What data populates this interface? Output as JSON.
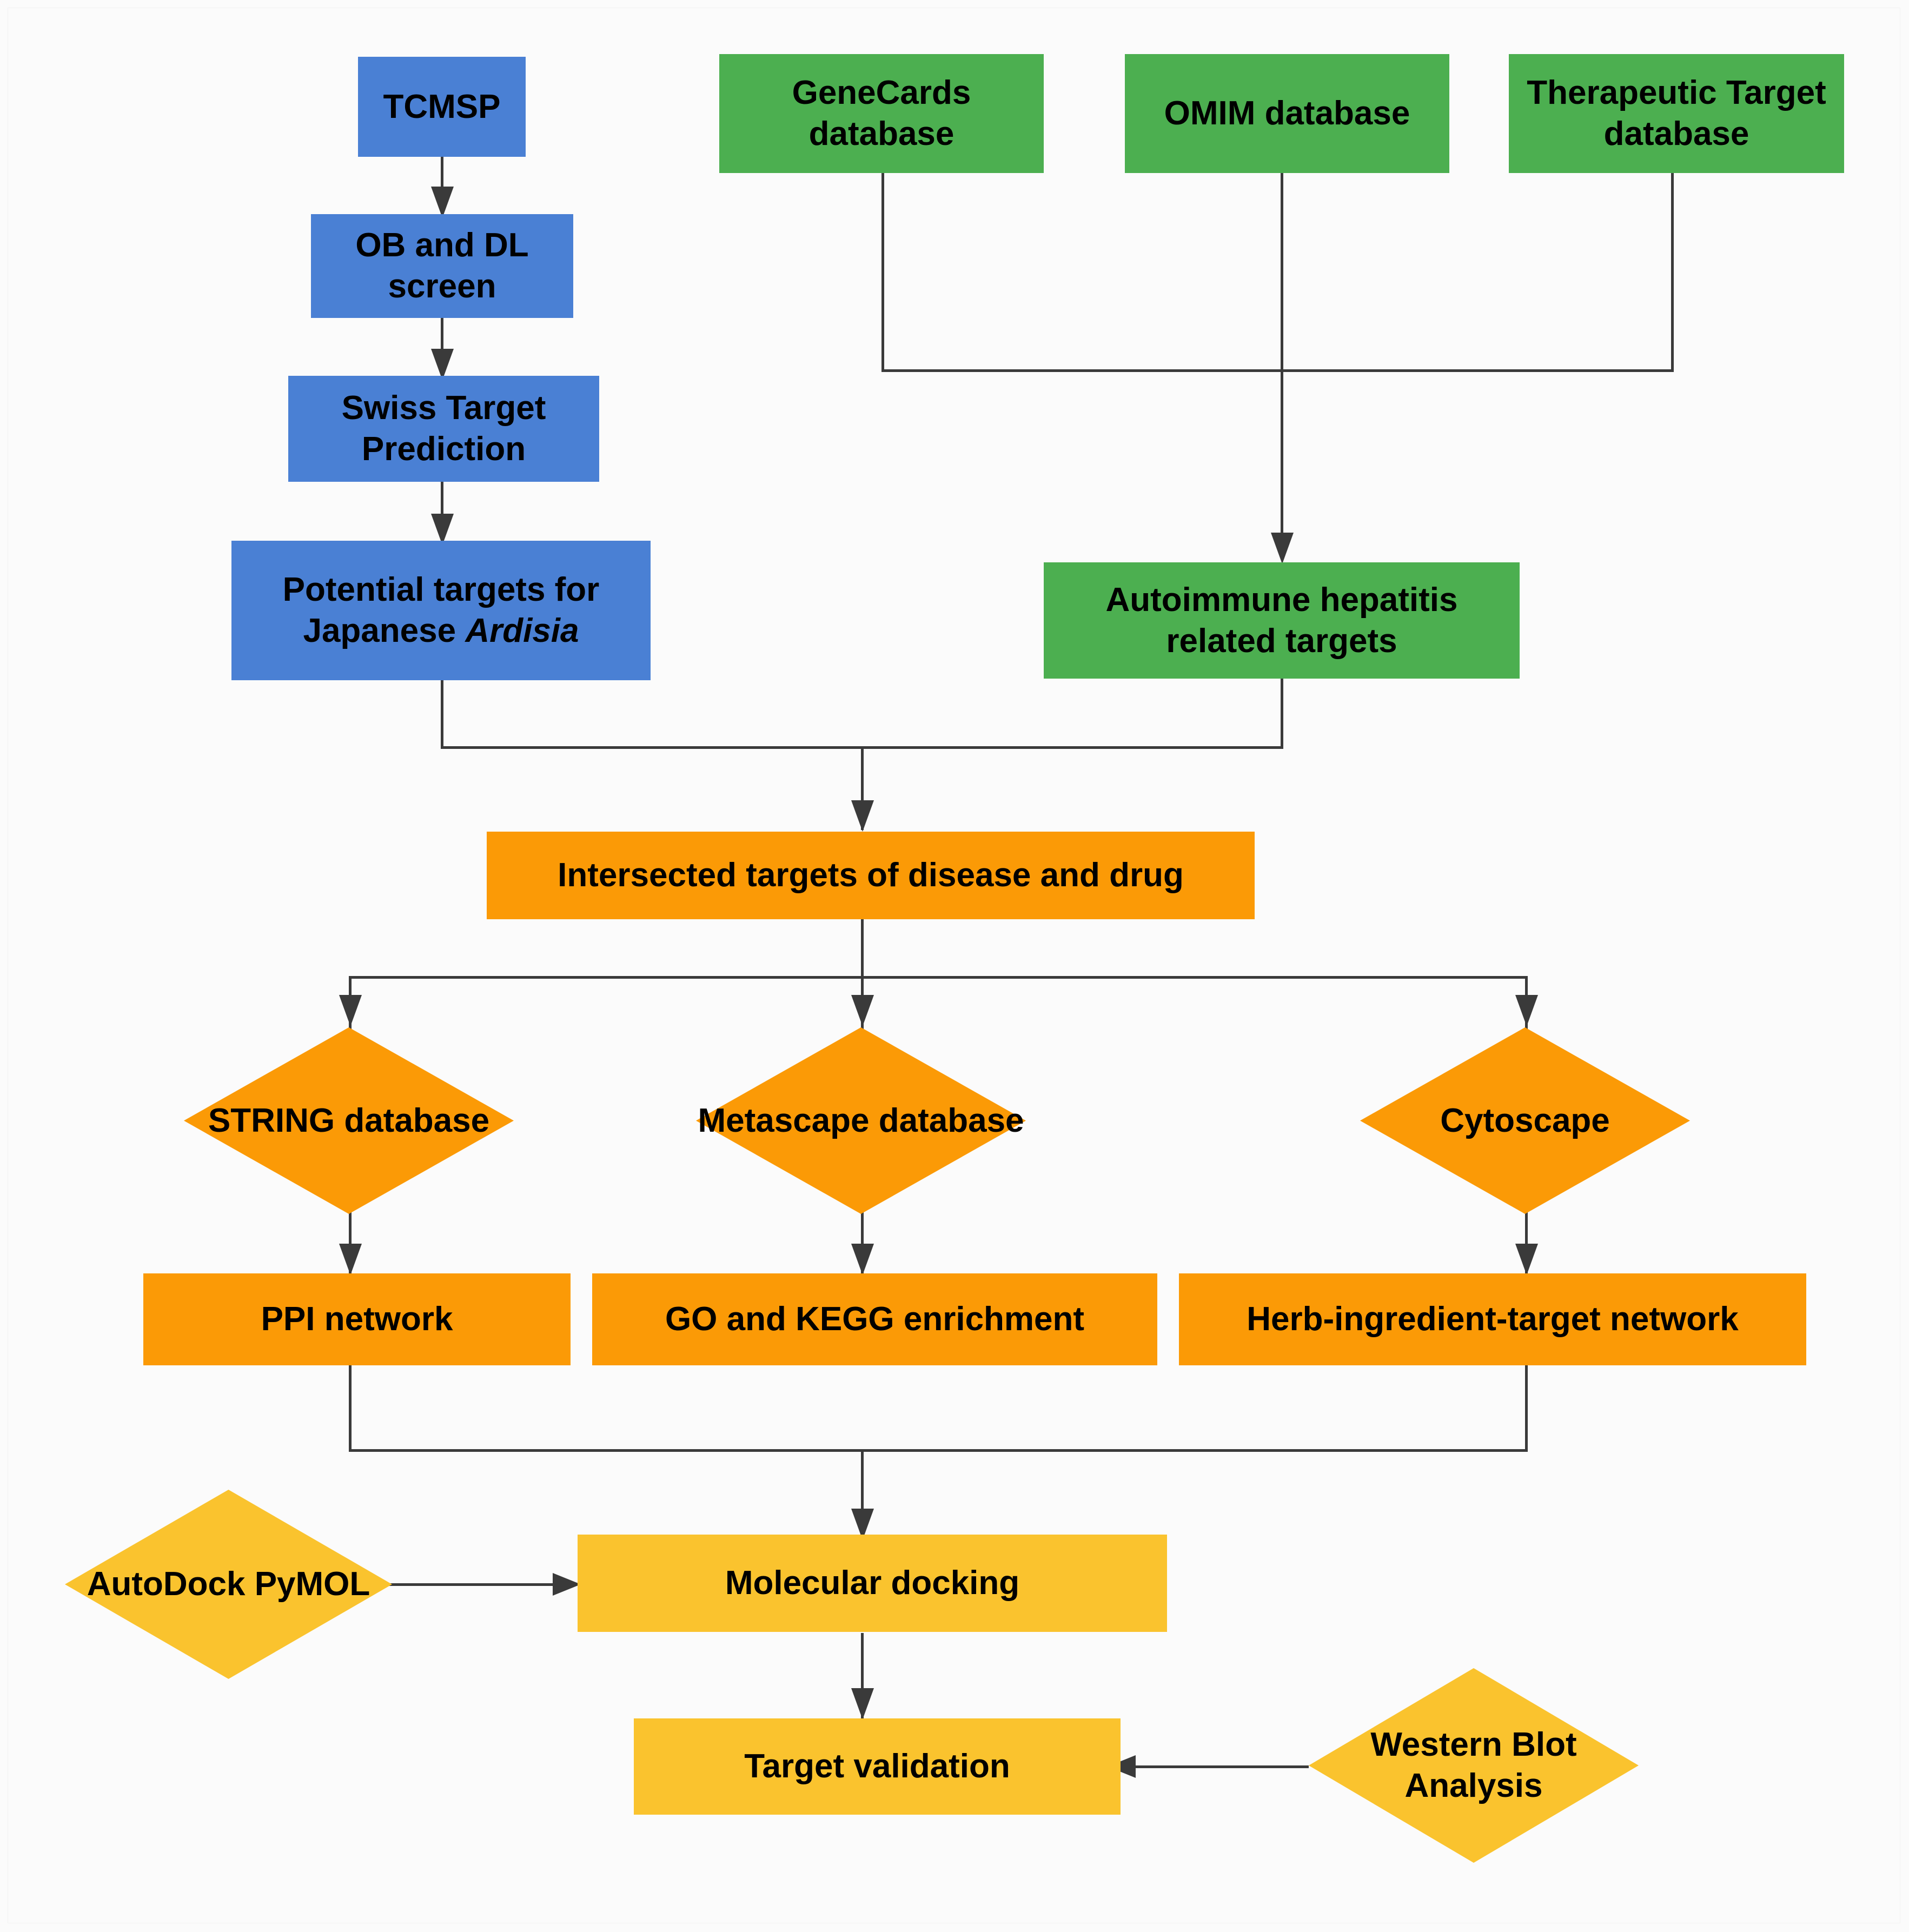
{
  "diagram": {
    "title": "Network pharmacology workflow flowchart",
    "background": "#fbfbfb",
    "colors": {
      "blue": "#4a80d4",
      "green": "#4caf50",
      "orange": "#fb9a06",
      "yellow": "#fac32e",
      "connector": "#3a3a3a",
      "text": "#000000"
    },
    "nodes": {
      "tcmsp": {
        "label": "TCMSP",
        "shape": "rect",
        "color": "blue"
      },
      "ob_dl_screen": {
        "label": "OB and DL screen",
        "shape": "rect",
        "color": "blue"
      },
      "swiss_target_prediction": {
        "label": "Swiss Target Prediction",
        "shape": "rect",
        "color": "blue"
      },
      "potential_targets": {
        "label_plain": "Potential targets for Japanese ",
        "label_italic": "Ardisia",
        "shape": "rect",
        "color": "blue"
      },
      "genecards": {
        "label": "GeneCards database",
        "shape": "rect",
        "color": "green"
      },
      "omim": {
        "label": "OMIM database",
        "shape": "rect",
        "color": "green"
      },
      "ttd": {
        "label": "Therapeutic Target database",
        "shape": "rect",
        "color": "green"
      },
      "aih_targets": {
        "label": "Autoimmune hepatitis related targets",
        "shape": "rect",
        "color": "green"
      },
      "intersected": {
        "label": "Intersected targets of disease and drug",
        "shape": "rect",
        "color": "orange"
      },
      "string_db": {
        "label": "STRING database",
        "shape": "diamond",
        "color": "orange"
      },
      "metascape_db": {
        "label": "Metascape database",
        "shape": "diamond",
        "color": "orange"
      },
      "cytoscape": {
        "label": "Cytoscape",
        "shape": "diamond",
        "color": "orange"
      },
      "ppi_network": {
        "label": "PPI network",
        "shape": "rect",
        "color": "orange"
      },
      "go_kegg": {
        "label": "GO and KEGG enrichment",
        "shape": "rect",
        "color": "orange"
      },
      "herb_network": {
        "label": "Herb-ingredient-target network",
        "shape": "rect",
        "color": "orange"
      },
      "autodock_pymol": {
        "label": "AutoDock PyMOL",
        "shape": "diamond",
        "color": "yellow"
      },
      "molecular_docking": {
        "label": "Molecular docking",
        "shape": "rect",
        "color": "yellow"
      },
      "target_validation": {
        "label": "Target validation",
        "shape": "rect",
        "color": "yellow"
      },
      "western_blot": {
        "label": "Western Blot Analysis",
        "shape": "diamond",
        "color": "yellow"
      }
    },
    "edges": [
      {
        "from": "tcmsp",
        "to": "ob_dl_screen",
        "type": "straight-down"
      },
      {
        "from": "ob_dl_screen",
        "to": "swiss_target_prediction",
        "type": "straight-down"
      },
      {
        "from": "swiss_target_prediction",
        "to": "potential_targets",
        "type": "straight-down"
      },
      {
        "from": "genecards",
        "to": "aih_targets",
        "type": "elbow-merge"
      },
      {
        "from": "omim",
        "to": "aih_targets",
        "type": "straight-down"
      },
      {
        "from": "ttd",
        "to": "aih_targets",
        "type": "elbow-merge"
      },
      {
        "from": "potential_targets",
        "to": "intersected",
        "type": "elbow-merge"
      },
      {
        "from": "aih_targets",
        "to": "intersected",
        "type": "elbow-merge"
      },
      {
        "from": "intersected",
        "to": "string_db",
        "type": "elbow-split"
      },
      {
        "from": "intersected",
        "to": "metascape_db",
        "type": "straight-down"
      },
      {
        "from": "intersected",
        "to": "cytoscape",
        "type": "elbow-split"
      },
      {
        "from": "string_db",
        "to": "ppi_network",
        "type": "straight-down"
      },
      {
        "from": "metascape_db",
        "to": "go_kegg",
        "type": "straight-down"
      },
      {
        "from": "cytoscape",
        "to": "herb_network",
        "type": "straight-down"
      },
      {
        "from": "ppi_network",
        "to": "molecular_docking",
        "type": "elbow-merge"
      },
      {
        "from": "herb_network",
        "to": "molecular_docking",
        "type": "elbow-merge"
      },
      {
        "from": "autodock_pymol",
        "to": "molecular_docking",
        "type": "straight-right"
      },
      {
        "from": "molecular_docking",
        "to": "target_validation",
        "type": "straight-down"
      },
      {
        "from": "western_blot",
        "to": "target_validation",
        "type": "straight-left"
      }
    ]
  }
}
